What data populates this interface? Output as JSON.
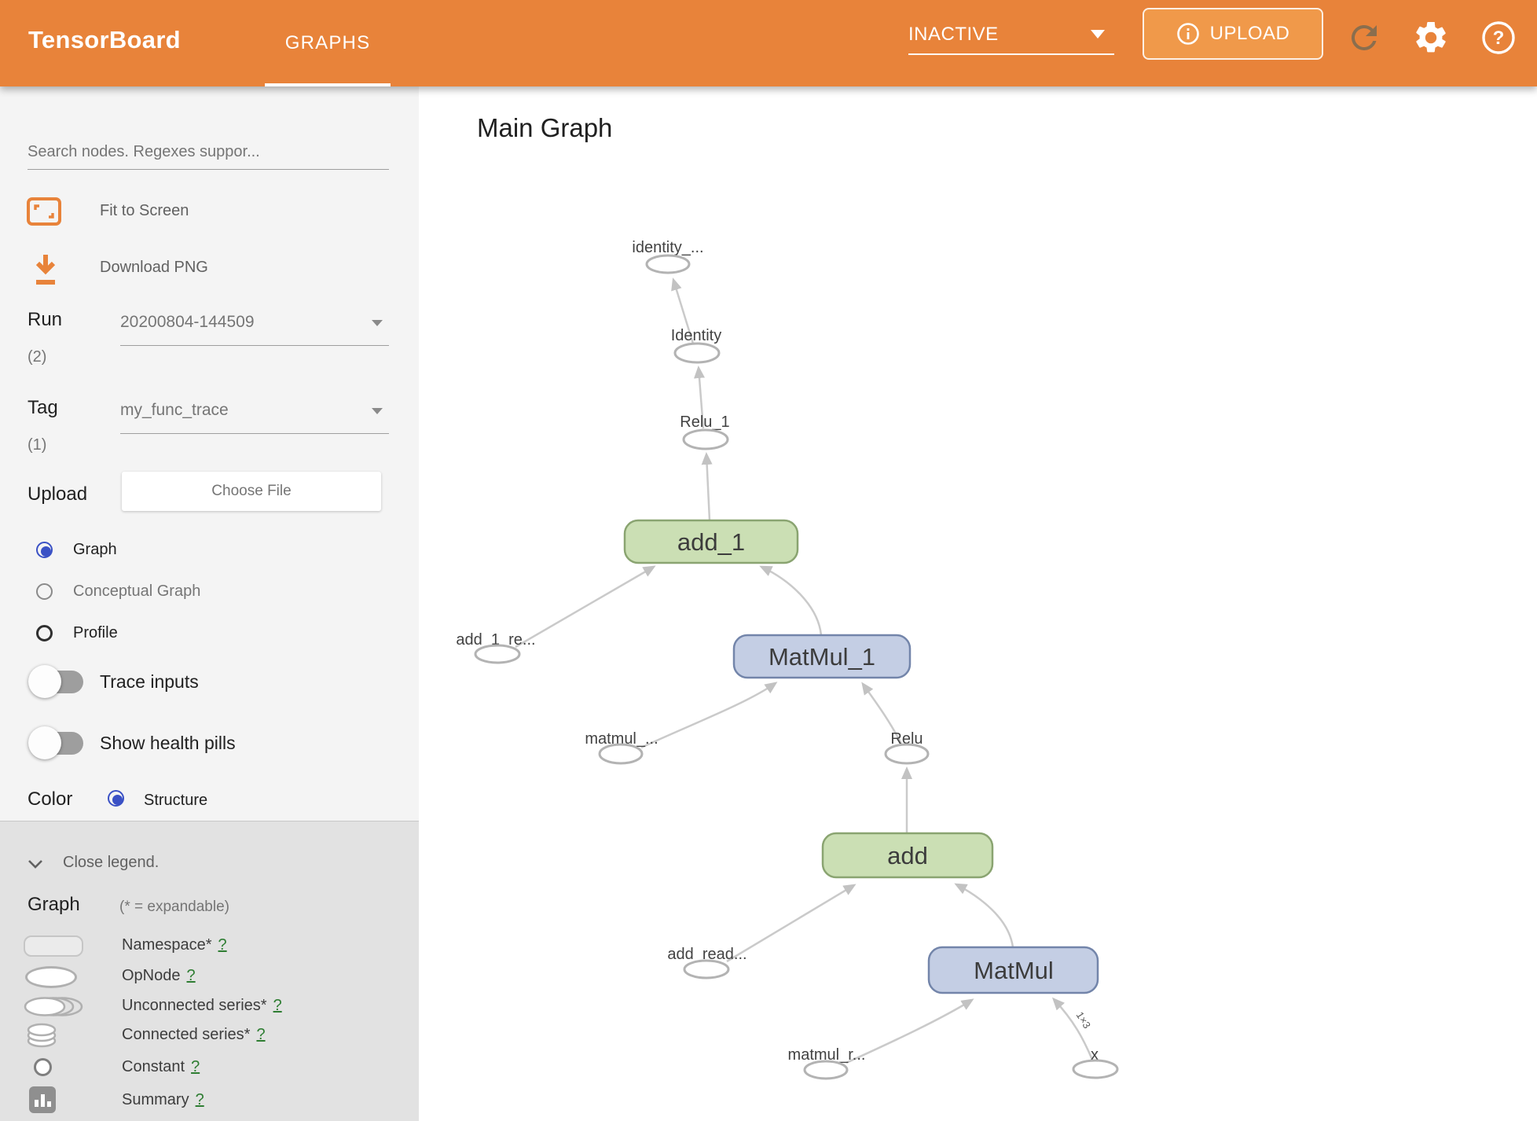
{
  "header": {
    "logo": "TensorBoard",
    "tab": "GRAPHS",
    "status": "INACTIVE",
    "upload_label": "UPLOAD"
  },
  "sidebar": {
    "search_placeholder": "Search nodes. Regexes suppor...",
    "fit_label": "Fit to Screen",
    "download_label": "Download PNG",
    "run": {
      "label": "Run",
      "count": "(2)",
      "value": "20200804-144509"
    },
    "tag": {
      "label": "Tag",
      "count": "(1)",
      "value": "my_func_trace"
    },
    "upload": {
      "label": "Upload",
      "button": "Choose File"
    },
    "views": [
      {
        "label": "Graph",
        "selected": true
      },
      {
        "label": "Conceptual Graph",
        "selected": false
      },
      {
        "label": "Profile",
        "selected": false
      }
    ],
    "toggles": [
      {
        "label": "Trace inputs",
        "on": false
      },
      {
        "label": "Show health pills",
        "on": false
      }
    ],
    "color": {
      "label": "Color",
      "option": "Structure"
    },
    "legend": {
      "close": "Close legend.",
      "heading": "Graph",
      "heading_note": "(* = expandable)",
      "items": [
        {
          "label": "Namespace*",
          "help": "?",
          "icon": "namespace"
        },
        {
          "label": "OpNode",
          "help": "?",
          "icon": "opnode"
        },
        {
          "label": "Unconnected series*",
          "help": "?",
          "icon": "unconnected-series"
        },
        {
          "label": "Connected series*",
          "help": "?",
          "icon": "connected-series"
        },
        {
          "label": "Constant",
          "help": "?",
          "icon": "constant"
        },
        {
          "label": "Summary",
          "help": "?",
          "icon": "summary"
        }
      ]
    }
  },
  "main": {
    "title": "Main Graph"
  },
  "graph": {
    "nodes": [
      {
        "id": "identity_out",
        "label": "identity_...",
        "type": "opnode"
      },
      {
        "id": "Identity",
        "label": "Identity",
        "type": "opnode"
      },
      {
        "id": "Relu_1",
        "label": "Relu_1",
        "type": "opnode"
      },
      {
        "id": "add_1",
        "label": "add_1",
        "type": "namespace",
        "color": "green"
      },
      {
        "id": "add_1_read",
        "label": "add_1_re...",
        "type": "opnode"
      },
      {
        "id": "MatMul_1",
        "label": "MatMul_1",
        "type": "namespace",
        "color": "blue"
      },
      {
        "id": "matmul_read",
        "label": "matmul_...",
        "type": "opnode"
      },
      {
        "id": "Relu",
        "label": "Relu",
        "type": "opnode"
      },
      {
        "id": "add",
        "label": "add",
        "type": "namespace",
        "color": "green"
      },
      {
        "id": "add_read",
        "label": "add_read...",
        "type": "opnode"
      },
      {
        "id": "MatMul",
        "label": "MatMul",
        "type": "namespace",
        "color": "blue"
      },
      {
        "id": "matmul_r",
        "label": "matmul_r...",
        "type": "opnode"
      },
      {
        "id": "x",
        "label": "x",
        "type": "opnode"
      }
    ],
    "edges": [
      {
        "from": "Identity",
        "to": "identity_out"
      },
      {
        "from": "Relu_1",
        "to": "Identity"
      },
      {
        "from": "add_1",
        "to": "Relu_1"
      },
      {
        "from": "add_1_read",
        "to": "add_1"
      },
      {
        "from": "MatMul_1",
        "to": "add_1"
      },
      {
        "from": "matmul_read",
        "to": "MatMul_1"
      },
      {
        "from": "Relu",
        "to": "MatMul_1"
      },
      {
        "from": "add",
        "to": "Relu"
      },
      {
        "from": "add_read",
        "to": "add"
      },
      {
        "from": "MatMul",
        "to": "add"
      },
      {
        "from": "matmul_r",
        "to": "MatMul"
      },
      {
        "from": "x",
        "to": "MatMul",
        "label": "1×3"
      }
    ],
    "edge_shape_label": "1×3"
  },
  "colors": {
    "header_bg": "#e8833a",
    "upload_btn_bg": "#f0994a",
    "green_node_fill": "#cbdfb4",
    "green_node_border": "#8aa471",
    "blue_node_fill": "#c4cee4",
    "blue_node_border": "#7385aa",
    "radio_selected": "#3a51c5",
    "help_link": "#2e7d32",
    "edge": "#cacaca"
  }
}
